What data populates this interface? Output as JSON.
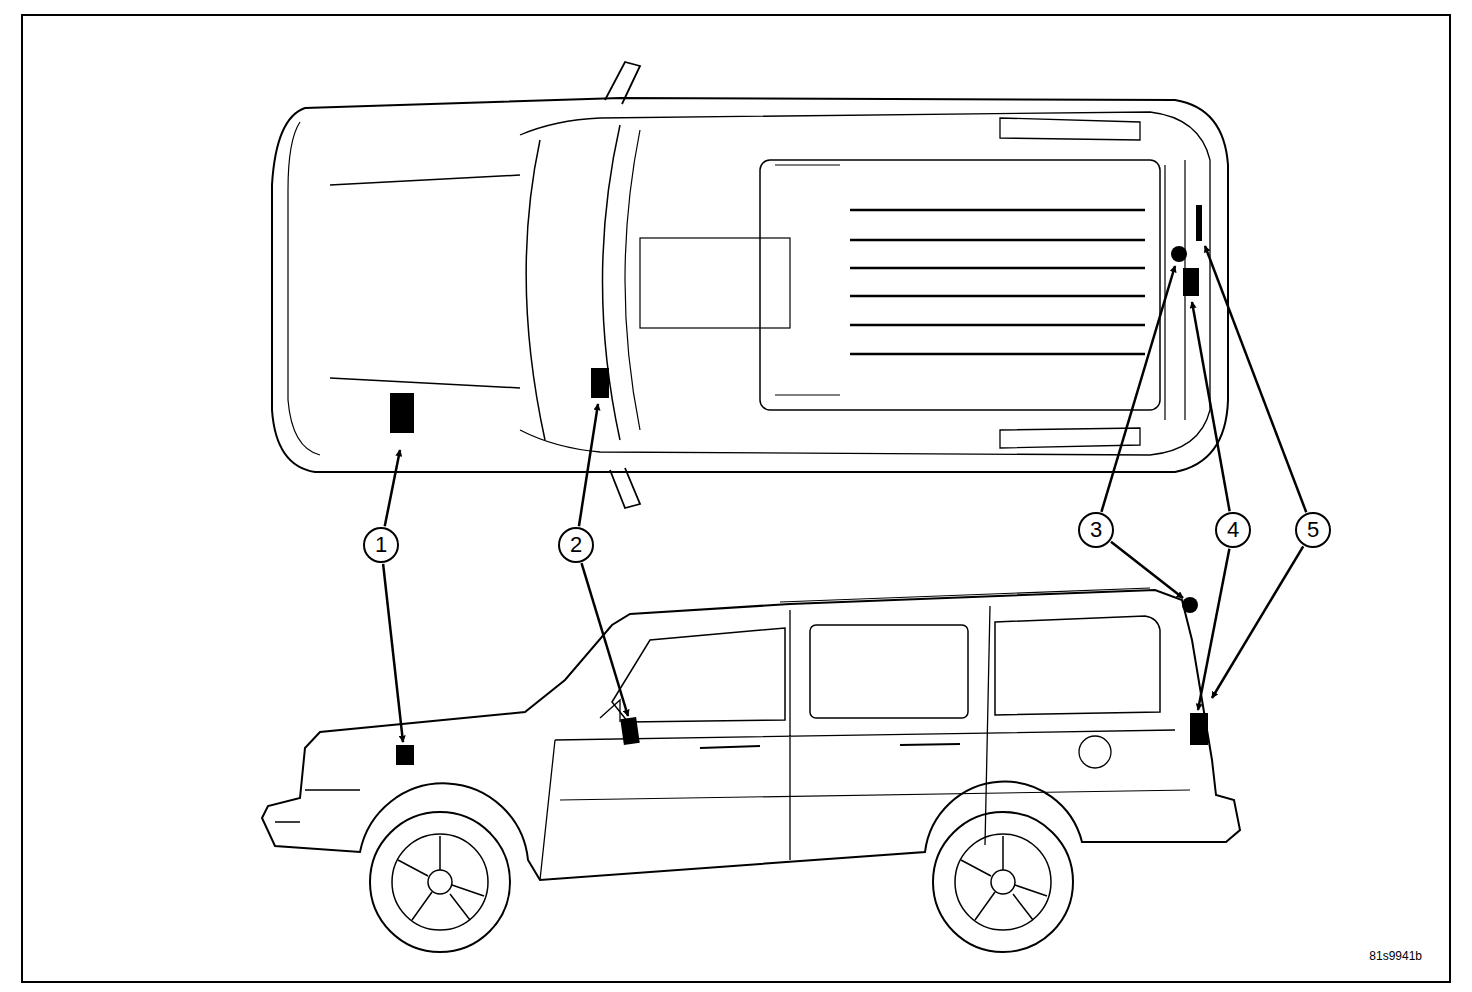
{
  "diagram": {
    "nodes": [
      {
        "text": [
          "1"
        ]
      },
      {
        "text": [
          "2"
        ]
      },
      {
        "text": [
          "3"
        ]
      },
      {
        "text": [
          "4"
        ]
      },
      {
        "text": [
          "5"
        ]
      }
    ],
    "labels": [
      "81s9941b"
    ]
  }
}
